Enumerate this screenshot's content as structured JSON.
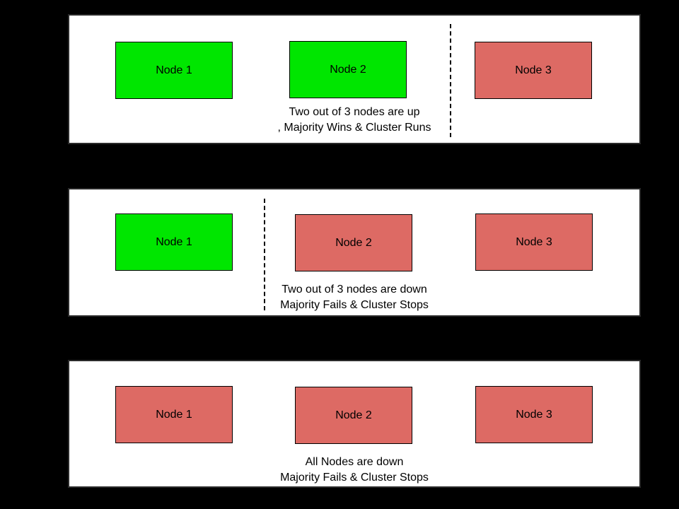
{
  "colors": {
    "up": "#00E600",
    "down": "#DD6A64",
    "background": "#000000",
    "panel_background": "#FFFFFF"
  },
  "panels": [
    {
      "name": "two-nodes-up",
      "caption_line1": "Two out of 3 nodes are up",
      "caption_line2": ", Majority Wins & Cluster Runs",
      "divider": "dashed line between Node 2 and Node 3",
      "nodes": [
        {
          "label": "Node 1",
          "status": "up"
        },
        {
          "label": "Node 2",
          "status": "up"
        },
        {
          "label": "Node 3",
          "status": "down"
        }
      ]
    },
    {
      "name": "two-nodes-down",
      "caption_line1": "Two out of 3 nodes are down",
      "caption_line2": "Majority Fails & Cluster Stops",
      "divider": "dashed line between Node 1 and Node 2",
      "nodes": [
        {
          "label": "Node 1",
          "status": "up"
        },
        {
          "label": "Node 2",
          "status": "down"
        },
        {
          "label": "Node 3",
          "status": "down"
        }
      ]
    },
    {
      "name": "all-nodes-down",
      "caption_line1": "All Nodes are down",
      "caption_line2": "Majority Fails & Cluster Stops",
      "divider": null,
      "nodes": [
        {
          "label": "Node 1",
          "status": "down"
        },
        {
          "label": "Node 2",
          "status": "down"
        },
        {
          "label": "Node 3",
          "status": "down"
        }
      ]
    }
  ]
}
